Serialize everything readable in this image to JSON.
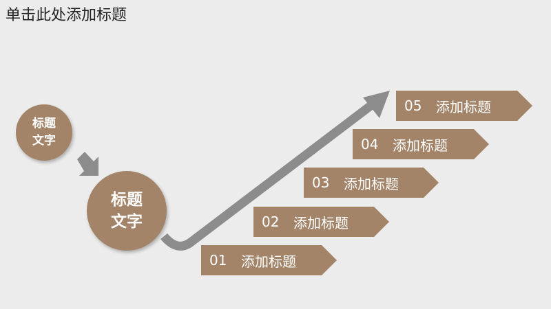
{
  "slide": {
    "title": "单击此处添加标题",
    "colors": {
      "accent": "#a48468",
      "arrow": "#8c8c8c",
      "background": "#ececec"
    }
  },
  "circles": [
    {
      "line1": "标题",
      "line2": "文字"
    },
    {
      "line1": "标题",
      "line2": "文字"
    }
  ],
  "steps": [
    {
      "number": "01",
      "label": "添加标题"
    },
    {
      "number": "02",
      "label": "添加标题"
    },
    {
      "number": "03",
      "label": "添加标题"
    },
    {
      "number": "04",
      "label": "添加标题"
    },
    {
      "number": "05",
      "label": "添加标题"
    }
  ]
}
